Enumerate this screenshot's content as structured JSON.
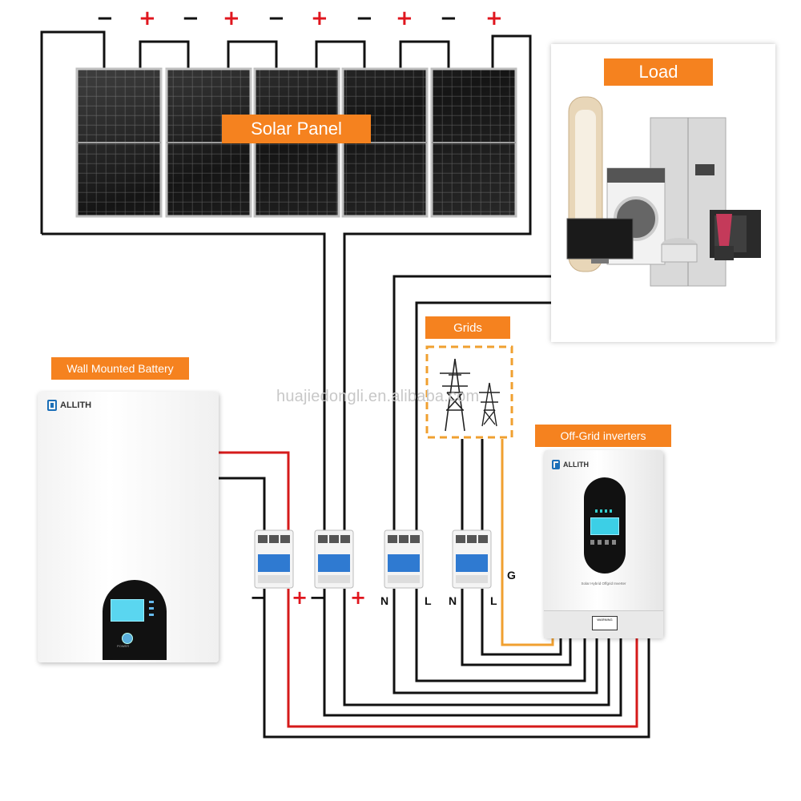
{
  "labels": {
    "solar_panel": "Solar Panel",
    "load": "Load",
    "grids": "Grids",
    "wall_battery": "Wall Mounted Battery",
    "off_grid_inverters": "Off-Grid inverters"
  },
  "panel_polarity": [
    "−",
    "+",
    "−",
    "+",
    "−",
    "+",
    "−",
    "+",
    "−",
    "+"
  ],
  "breaker_terminals": {
    "b1_minus": "−",
    "b1_plus": "+",
    "b2_minus": "−",
    "b2_plus": "+",
    "b3_n": "N",
    "b3_l": "L",
    "b4_n": "N",
    "b4_l": "L",
    "ground": "G"
  },
  "brand": "ALLITH",
  "inverter_caption": "Solar Hybrid Offgrid Inverter",
  "inverter_warning": "WARNING",
  "battery_button": "POWER",
  "watermark": "huajiedongli.en.alibaba.com",
  "colors": {
    "accent": "#f5821f",
    "wire_black": "#111111",
    "wire_red": "#d51a1a",
    "wire_orange": "#f0a030"
  }
}
